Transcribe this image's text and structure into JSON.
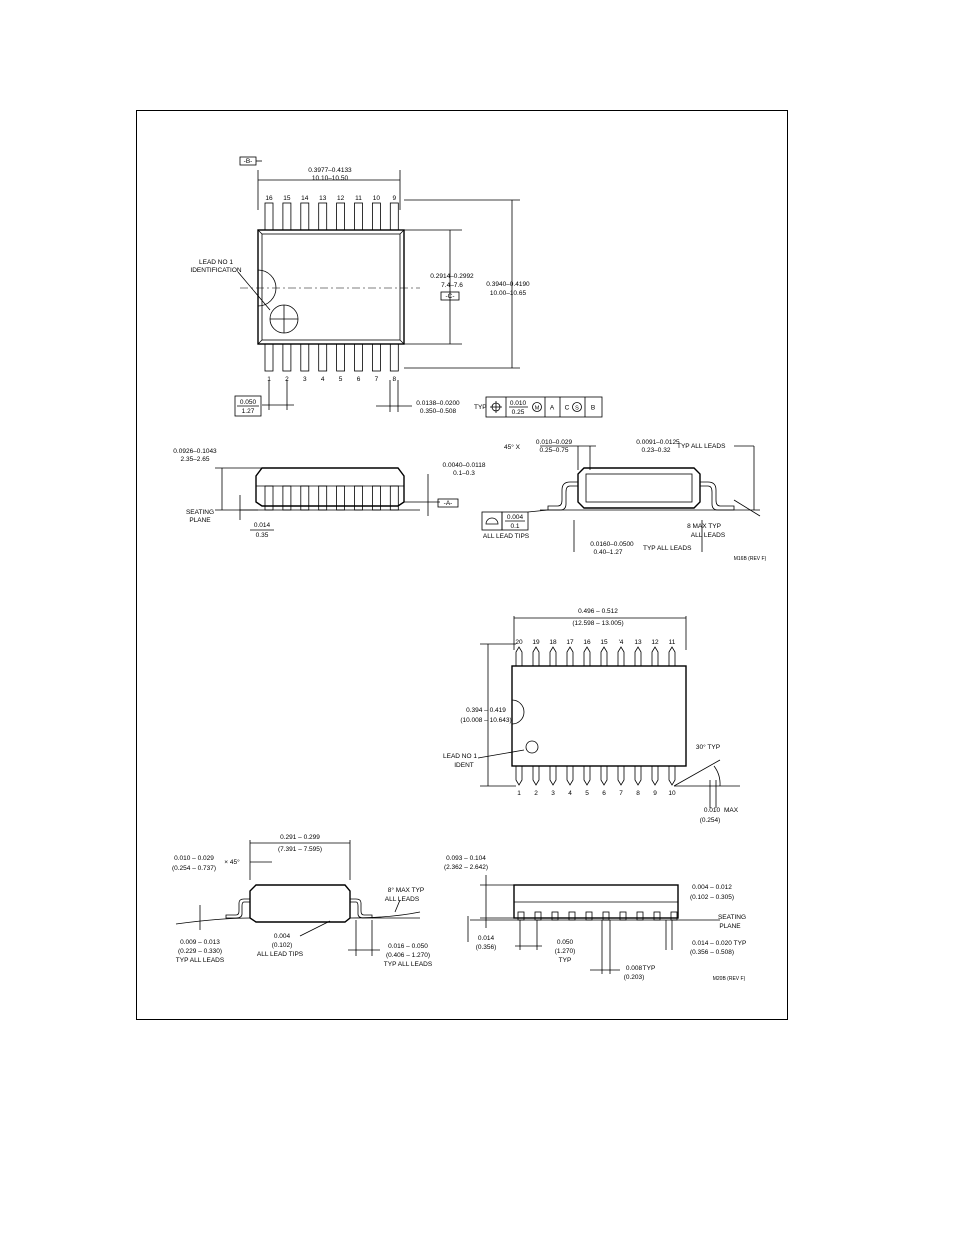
{
  "pkg16": {
    "datum_b": "-B-",
    "width_in": "0.3977–0.4133",
    "width_mm": "10.10–10.50",
    "pins_top": [
      "16",
      "15",
      "14",
      "13",
      "12",
      "11",
      "10",
      "9"
    ],
    "pins_bottom": [
      "1",
      "2",
      "3",
      "4",
      "5",
      "6",
      "7",
      "8"
    ],
    "lead1_label_1": "LEAD NO 1",
    "lead1_label_2": "IDENTIFICATION",
    "body_w_in": "0.2914–0.2992",
    "body_w_mm": "7.4–7.6",
    "datum_c": "-C-",
    "overall_in": "0.3940–0.4190",
    "overall_mm": "10.00–10.65",
    "pitch_in": "0.050",
    "pitch_mm": "1.27",
    "lead_w_in": "0.0138–0.0200",
    "lead_w_mm": "0.350–0.508",
    "typ": "TYP",
    "tol_in": "0.010",
    "tol_mm": "0.25",
    "tol_m": "M",
    "tol_a": "A",
    "tol_c": "C",
    "tol_s": "S",
    "tol_b": "B",
    "height_in": "0.0926–0.1043",
    "height_mm": "2.35–2.65",
    "standoff_in": "0.0040–0.0118",
    "standoff_mm": "0.1–0.3",
    "seating_1": "SEATING",
    "seating_2": "PLANE",
    "lead_t_in": "0.014",
    "lead_t_mm": "0.35",
    "datum_a": "-A-",
    "chamfer_pre": "45° X",
    "chamfer_in": "0.010–0.029",
    "chamfer_mm": "0.25–0.75",
    "leadthk_in": "0.0091–0.0125",
    "leadthk_mm": "0.23–0.32",
    "typ_all_leads": "TYP ALL LEADS",
    "copl_in": "0.004",
    "copl_mm": "0.1",
    "all_lead_tips": "ALL LEAD TIPS",
    "foot_in": "0.0160–0.0500",
    "foot_mm": "0.40–1.27",
    "angle_1": "8  MAX TYP",
    "angle_2": "ALL LEADS",
    "dwg_ref": "M16B (REV F)"
  },
  "pkg20": {
    "len_in": "0.496 – 0.512",
    "len_mm": "(12.598 – 13.005)",
    "pins_top": [
      "20",
      "19",
      "18",
      "17",
      "16",
      "15",
      "'4",
      "13",
      "12",
      "11"
    ],
    "pins_bottom": [
      "1",
      "2",
      "3",
      "4",
      "5",
      "6",
      "7",
      "8",
      "9",
      "10"
    ],
    "width_in": "0.394 – 0.419",
    "width_mm": "(10.008 – 10.643)",
    "lead1_1": "LEAD NO 1",
    "lead1_2": "IDENT",
    "angle30": "30° TYP",
    "tipmax_in": "0.010",
    "tipmax_mm": "(0.254)",
    "max": "MAX",
    "body_in": "0.291 – 0.299",
    "body_mm": "(7.391 – 7.595)",
    "chamfer_in": "0.010 – 0.029",
    "chamfer_mm": "(0.254 – 0.737)",
    "chamfer_x": "× 45°",
    "angle8_1": "8° MAX TYP",
    "angle8_2": "ALL LEADS",
    "leadthk_in": "0.009 – 0.013",
    "leadthk_mm": "(0.229 – 0.330)",
    "typ_all": "TYP ALL LEADS",
    "copl_in": "0.004",
    "copl_mm": "(0.102)",
    "all_tips": "ALL LEAD TIPS",
    "foot_in": "0.016 – 0.050",
    "foot_mm": "(0.406 – 1.270)",
    "height_in": "0.093 – 0.104",
    "height_mm": "(2.362 – 2.642)",
    "standoff_in": "0.004 – 0.012",
    "standoff_mm": "(0.102 – 0.305)",
    "seating_1": "SEATING",
    "seating_2": "PLANE",
    "lead_t_in": "0.014",
    "lead_t_mm": "(0.356)",
    "pitch_in": "0.050",
    "pitch_mm": "(1.270)",
    "typ": "TYP",
    "leadw_in": "0.014 – 0.020",
    "leadw_mm": "(0.356 – 0.508)",
    "gap_in": "0.008",
    "gap_mm": "(0.203)",
    "dwg_ref": "M20B (REV F)"
  }
}
